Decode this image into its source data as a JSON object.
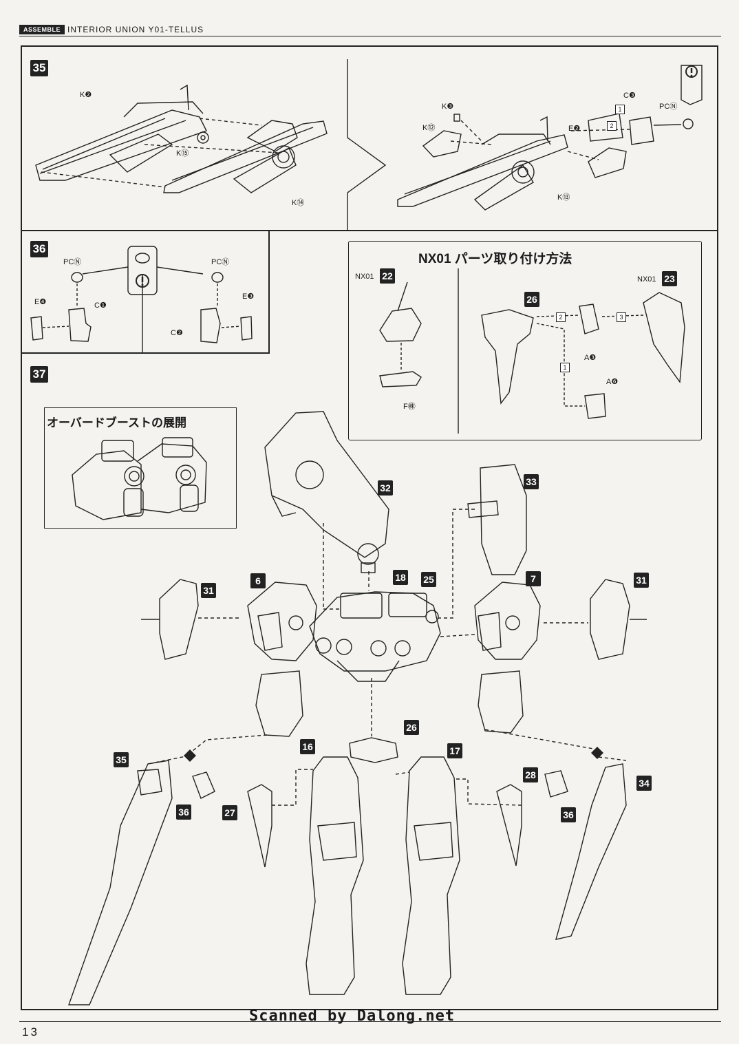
{
  "header": {
    "badge": "ASSEMBLE",
    "title": "INTERIOR UNION Y01-TELLUS"
  },
  "steps": {
    "s35": "35",
    "s36": "36",
    "s37": "37"
  },
  "step35_labels": {
    "k7": "K❷",
    "k15": "K⑮",
    "k14": "K⑭",
    "k8": "K❸",
    "k12": "K⑫",
    "k13": "K⑬",
    "c3": "C❸",
    "e2": "E❷",
    "pcn": "PCⓃ",
    "box1": "1",
    "box2": "2"
  },
  "step36_labels": {
    "pcn_left": "PCⓃ",
    "pcn_right": "PCⓃ",
    "e4": "E❹",
    "c1": "C❶",
    "c2": "C❷",
    "e3": "E❸"
  },
  "nx01_panel": {
    "title": "NX01 パーツ取り付け方法",
    "nx01_a": "NX01",
    "num22": "22",
    "nx01_b": "NX01",
    "num23": "23",
    "num26": "26",
    "f": "F㊑",
    "a3": "A❸",
    "a6": "A❻",
    "box1": "1",
    "box2": "2",
    "box3": "3"
  },
  "overboost_panel": {
    "title": "オーバードブーストの展開"
  },
  "step37_callouts": {
    "c32": "32",
    "c33": "33",
    "c18": "18",
    "c25": "25",
    "c31a": "31",
    "c6": "6",
    "c7": "7",
    "c31b": "31",
    "c35": "35",
    "c36a": "36",
    "c16": "16",
    "c26": "26",
    "c17": "17",
    "c28": "28",
    "c36b": "36",
    "c34": "34",
    "c27": "27"
  },
  "footer": {
    "page": "13",
    "scanned": "Scanned by Dalong.net"
  }
}
